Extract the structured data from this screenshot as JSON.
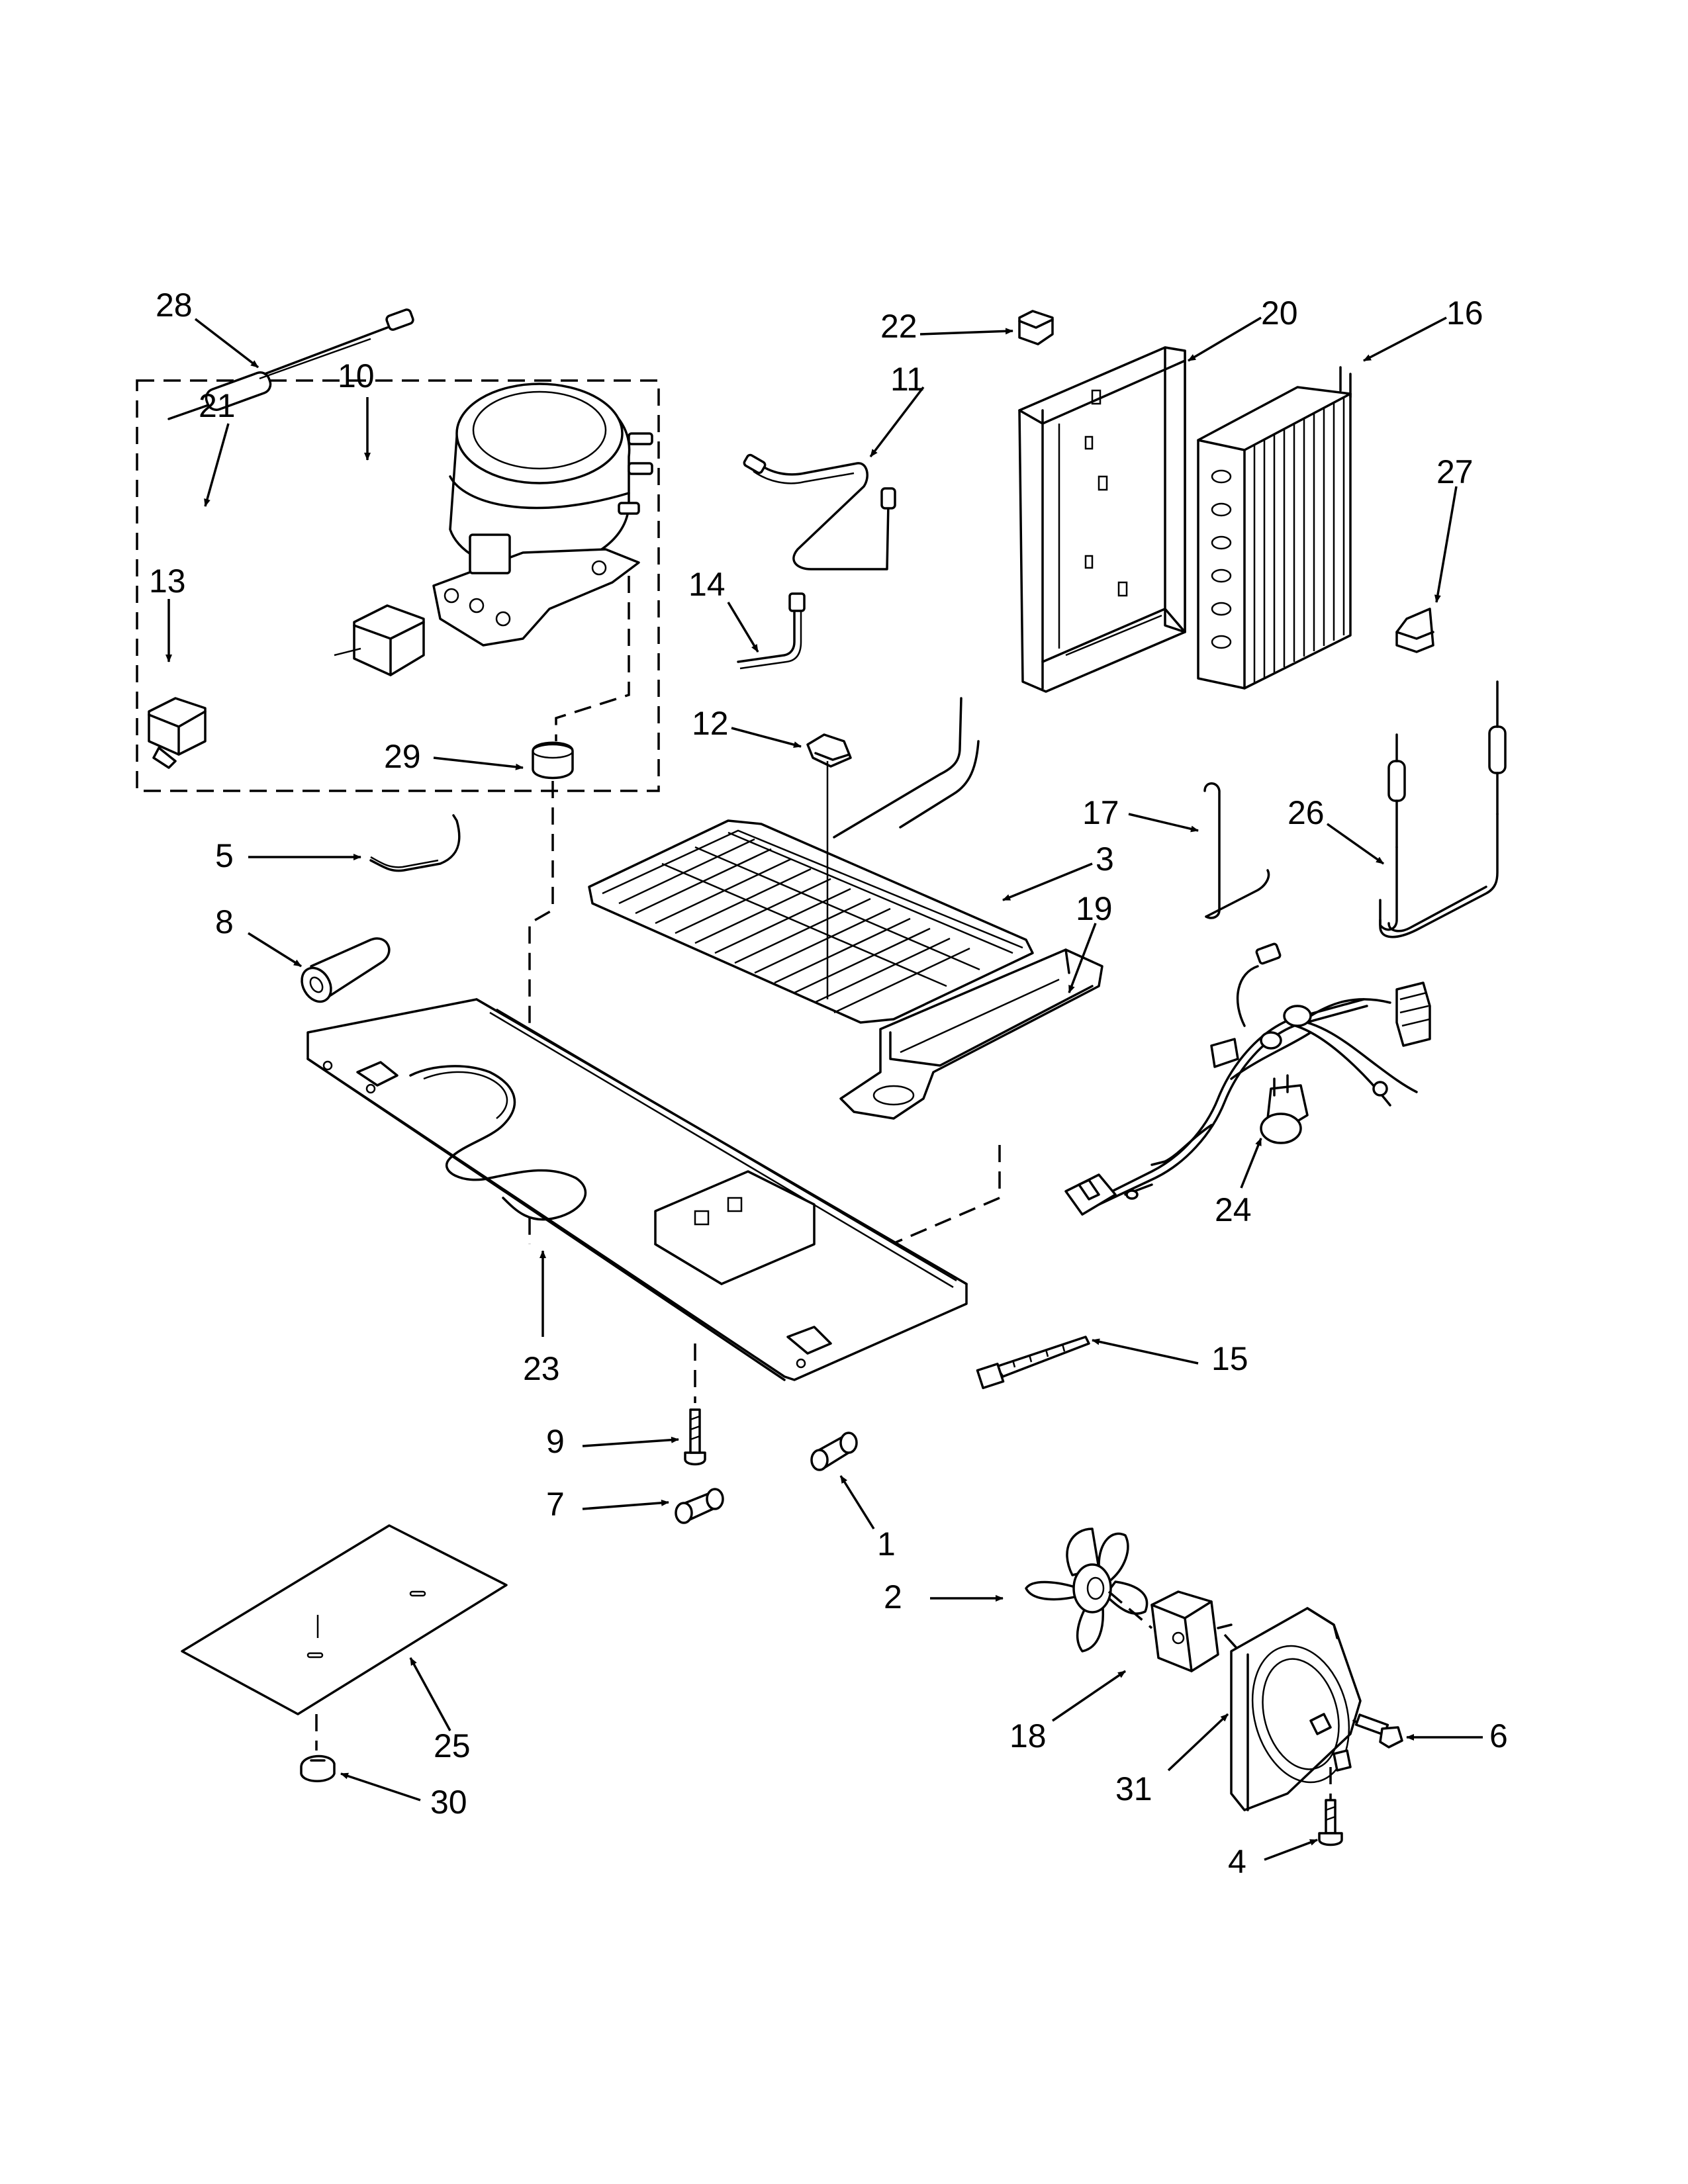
{
  "callouts": [
    {
      "id": "c1",
      "text": "1"
    },
    {
      "id": "c2",
      "text": "2"
    },
    {
      "id": "c3",
      "text": "3"
    },
    {
      "id": "c4",
      "text": "4"
    },
    {
      "id": "c5",
      "text": "5"
    },
    {
      "id": "c6",
      "text": "6"
    },
    {
      "id": "c7",
      "text": "7"
    },
    {
      "id": "c8",
      "text": "8"
    },
    {
      "id": "c9",
      "text": "9"
    },
    {
      "id": "c10",
      "text": "10"
    },
    {
      "id": "c11",
      "text": "11"
    },
    {
      "id": "c12",
      "text": "12"
    },
    {
      "id": "c13",
      "text": "13"
    },
    {
      "id": "c14",
      "text": "14"
    },
    {
      "id": "c15",
      "text": "15"
    },
    {
      "id": "c16",
      "text": "16"
    },
    {
      "id": "c17",
      "text": "17"
    },
    {
      "id": "c18",
      "text": "18"
    },
    {
      "id": "c19",
      "text": "19"
    },
    {
      "id": "c20",
      "text": "20"
    },
    {
      "id": "c21",
      "text": "21"
    },
    {
      "id": "c22",
      "text": "22"
    },
    {
      "id": "c23",
      "text": "23"
    },
    {
      "id": "c24",
      "text": "24"
    },
    {
      "id": "c25",
      "text": "25"
    },
    {
      "id": "c26",
      "text": "26"
    },
    {
      "id": "c27",
      "text": "27"
    },
    {
      "id": "c28",
      "text": "28"
    },
    {
      "id": "c29",
      "text": "29"
    },
    {
      "id": "c30",
      "text": "30"
    },
    {
      "id": "c31",
      "text": "31"
    }
  ]
}
